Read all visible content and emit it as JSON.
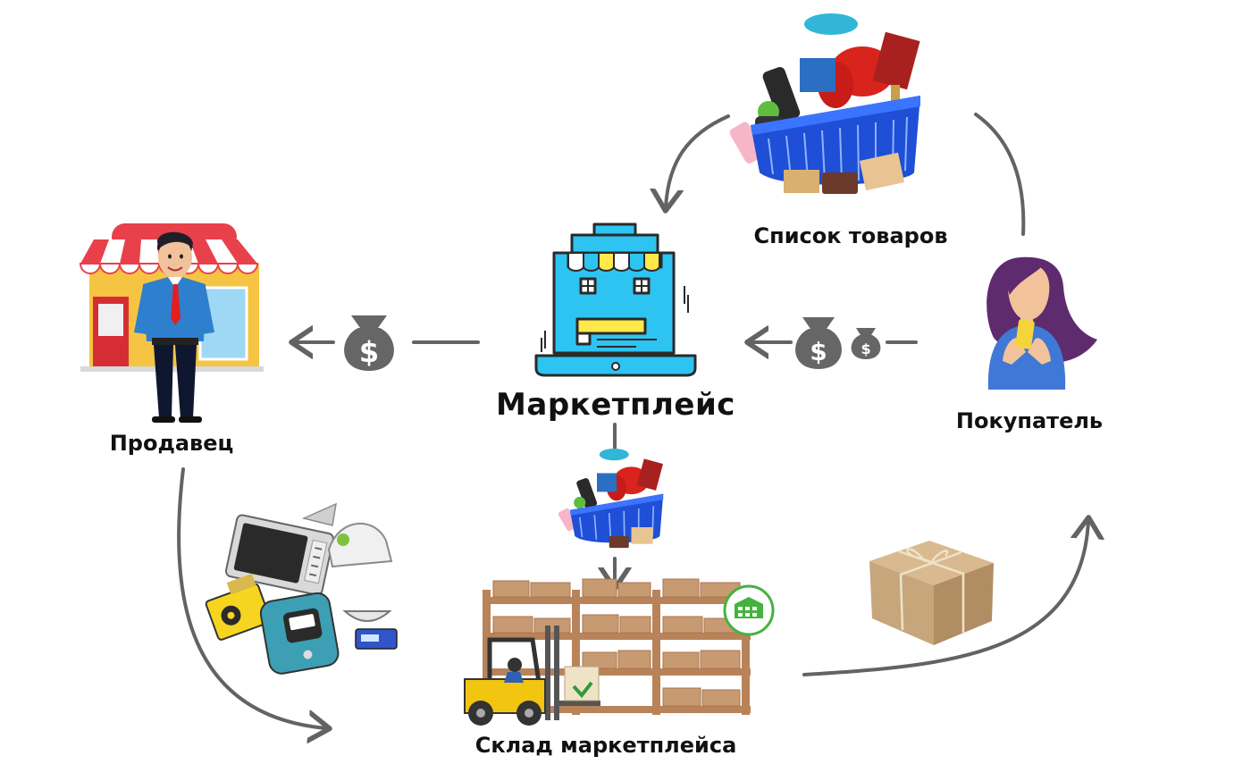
{
  "nodes": {
    "seller": {
      "label": "Продавец"
    },
    "marketplace": {
      "label": "Маркетплейс"
    },
    "buyer": {
      "label": "Покупатель"
    },
    "catalog": {
      "label": "Список товаров"
    },
    "warehouse": {
      "label": "Склад маркетплейса"
    }
  },
  "money_symbol": "$",
  "colors": {
    "arrow": "#636363",
    "marketplace_blue": "#2ec4f1",
    "outline": "#2a2a2a",
    "basket_blue": "#1f4fd6",
    "shelf_brown": "#b9835a",
    "forklift_yellow": "#f2c511",
    "parcel_kraft": "#c7a67c",
    "seller_awning_red": "#e8414b",
    "buyer_purple": "#5e2b6f",
    "buyer_shirt": "#3f78d6"
  },
  "icons": [
    "storefront-icon",
    "marketplace-building-icon",
    "shopping-basket-icon",
    "buyer-woman-icon",
    "money-bag-icon",
    "warehouse-shelves-icon",
    "forklift-icon",
    "parcel-box-icon",
    "appliances-icon",
    "warehouse-badge-icon"
  ]
}
